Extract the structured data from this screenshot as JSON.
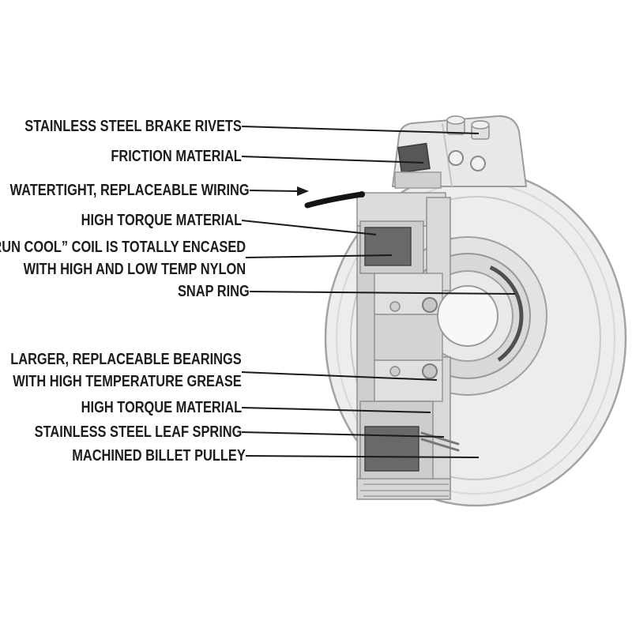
{
  "figure": {
    "description": "Cutaway technical diagram of an electric PTO clutch / machined billet pulley with labeled parts",
    "colors": {
      "background": "#ffffff",
      "leader_line": "#1a1a1a",
      "text": "#1c1c1c",
      "metal_light": "#ededed",
      "metal_mid": "#d6d6d6",
      "metal_deep": "#cfcfcf",
      "coil_dark": "#696969",
      "friction_dark": "#575757",
      "outline": "#9a9a9a",
      "wire_black": "#141414"
    },
    "callouts": [
      {
        "id": "brake-rivets",
        "lines": [
          "STAINLESS STEEL BRAKE RIVETS"
        ]
      },
      {
        "id": "friction-material",
        "lines": [
          "FRICTION MATERIAL"
        ]
      },
      {
        "id": "wiring",
        "lines": [
          "WATERTIGHT, REPLACEABLE WIRING"
        ]
      },
      {
        "id": "high-torque-upper",
        "lines": [
          "HIGH TORQUE MATERIAL"
        ]
      },
      {
        "id": "run-cool-coil",
        "lines": [
          "“RUN COOL” COIL IS TOTALLY ENCASED",
          "WITH HIGH AND LOW TEMP NYLON"
        ]
      },
      {
        "id": "snap-ring",
        "lines": [
          "SNAP RING"
        ]
      },
      {
        "id": "bearings",
        "lines": [
          "LARGER, REPLACEABLE BEARINGS",
          "WITH HIGH TEMPERATURE GREASE"
        ]
      },
      {
        "id": "high-torque-lower",
        "lines": [
          "HIGH TORQUE MATERIAL"
        ]
      },
      {
        "id": "leaf-spring",
        "lines": [
          "STAINLESS STEEL LEAF SPRING"
        ]
      },
      {
        "id": "billet-pulley",
        "lines": [
          "MACHINED BILLET PULLEY"
        ]
      }
    ]
  }
}
